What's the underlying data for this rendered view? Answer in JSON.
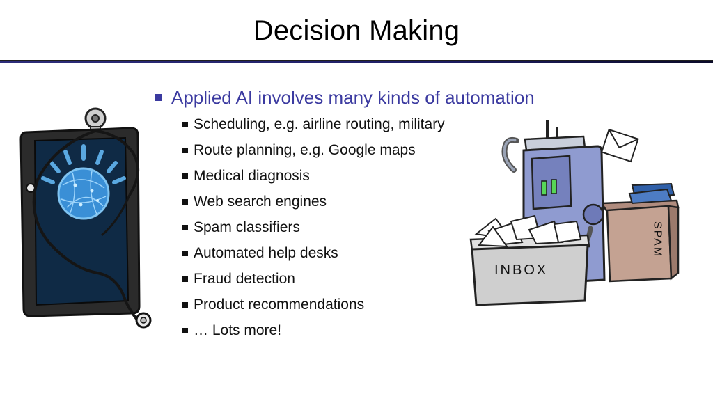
{
  "slide": {
    "title": "Decision Making",
    "bullet": "Applied AI involves many kinds of automation",
    "sub_bullets": [
      "Scheduling, e.g. airline routing, military",
      "Route planning, e.g. Google maps",
      "Medical diagnosis",
      "Web search engines",
      "Spam classifiers",
      "Automated help desks",
      "Fraud detection",
      "Product recommendations",
      "… Lots more!"
    ]
  },
  "illustrations": {
    "inbox_label": "INBOX",
    "spam_label": "SPAM"
  },
  "colors": {
    "bullet_blue": "#3b3aa0",
    "text": "#111111",
    "rule_dark": "#1f1f1f",
    "rule_accent": "#2d2d7a"
  }
}
